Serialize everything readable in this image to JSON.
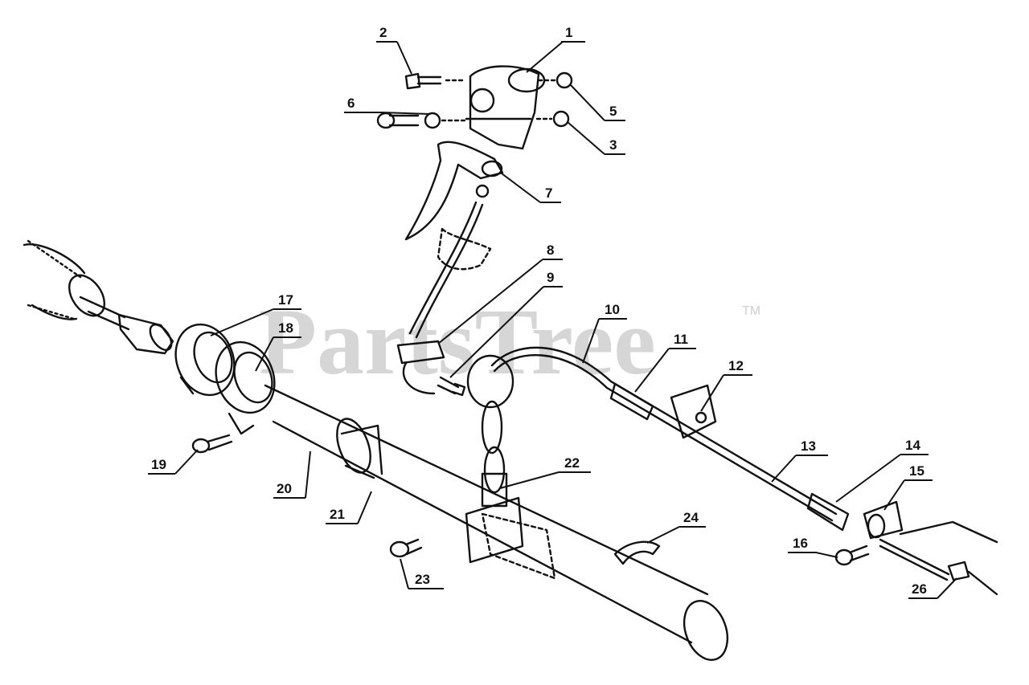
{
  "watermark": {
    "text": "PartsTree",
    "trademark": "TM"
  },
  "parts": [
    {
      "number": "1"
    },
    {
      "number": "2"
    },
    {
      "number": "3"
    },
    {
      "number": "5"
    },
    {
      "number": "6"
    },
    {
      "number": "7"
    },
    {
      "number": "8"
    },
    {
      "number": "9"
    },
    {
      "number": "10"
    },
    {
      "number": "11"
    },
    {
      "number": "12"
    },
    {
      "number": "13"
    },
    {
      "number": "14"
    },
    {
      "number": "15"
    },
    {
      "number": "16"
    },
    {
      "number": "17"
    },
    {
      "number": "18"
    },
    {
      "number": "19"
    },
    {
      "number": "20"
    },
    {
      "number": "21"
    },
    {
      "number": "22"
    },
    {
      "number": "23"
    },
    {
      "number": "24"
    },
    {
      "number": "26"
    }
  ]
}
